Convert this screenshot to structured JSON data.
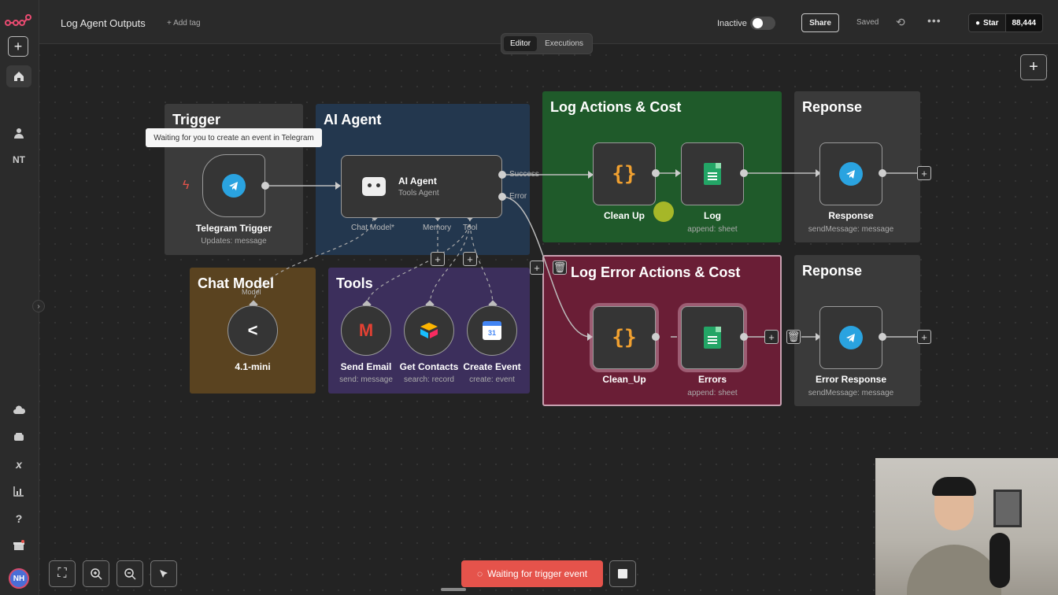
{
  "header": {
    "workflow_name": "Log Agent Outputs",
    "add_tag": "+ Add tag",
    "status_label": "Inactive",
    "share": "Share",
    "saved": "Saved",
    "github_star": "Star",
    "github_count": "88,444"
  },
  "sidebar": {
    "initials": "NT",
    "avatar": "NH"
  },
  "tabs": [
    "Editor",
    "Executions"
  ],
  "groups": {
    "trigger": "Trigger",
    "ai_agent": "AI Agent",
    "log_actions": "Log Actions & Cost",
    "response1": "Reponse",
    "chat_model": "Chat Model",
    "tools": "Tools",
    "log_error": "Log Error Actions & Cost",
    "response2": "Reponse"
  },
  "tooltip": "Waiting for you to create an event in Telegram",
  "nodes": {
    "telegram_trigger": {
      "name": "Telegram Trigger",
      "sub": "Updates: message"
    },
    "ai_agent": {
      "name": "AI Agent",
      "sub": "Tools Agent"
    },
    "clean_up": {
      "name": "Clean Up"
    },
    "log": {
      "name": "Log",
      "sub": "append: sheet"
    },
    "response": {
      "name": "Response",
      "sub": "sendMessage: message"
    },
    "model": {
      "name": "4.1-mini",
      "port": "Model"
    },
    "send_email": {
      "name": "Send Email",
      "sub": "send: message"
    },
    "get_contacts": {
      "name": "Get Contacts",
      "sub": "search: record"
    },
    "create_event": {
      "name": "Create Event",
      "sub": "create: event"
    },
    "clean_up2": {
      "name": "Clean_Up"
    },
    "errors": {
      "name": "Errors",
      "sub": "append: sheet"
    },
    "error_response": {
      "name": "Error Response",
      "sub": "sendMessage: message"
    }
  },
  "ports": {
    "success": "Success",
    "error": "Error",
    "chat_model": "Chat Model*",
    "memory": "Memory",
    "tool": "Tool"
  },
  "footer": {
    "waiting": "Waiting for trigger event"
  }
}
